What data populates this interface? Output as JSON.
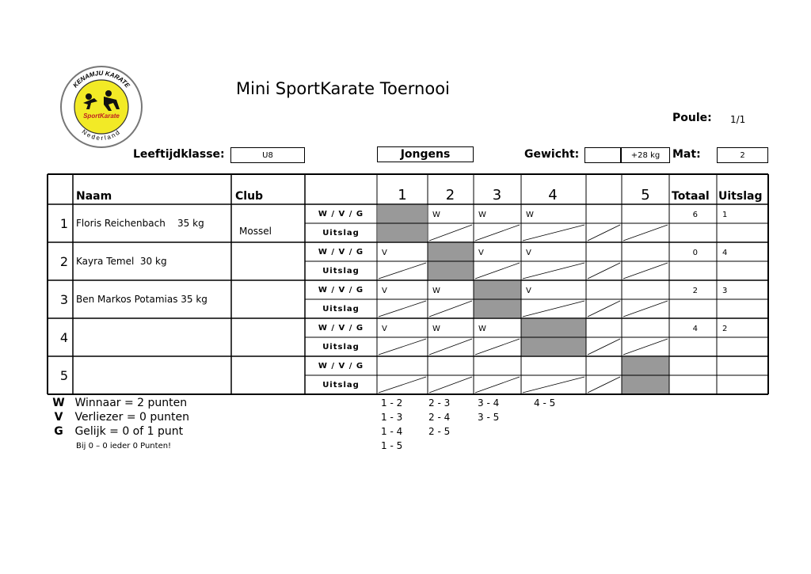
{
  "logo": {
    "top_text": "KENAMJU KARATE",
    "center_text": "SportKarate",
    "bottom_text": "Nederland"
  },
  "title": "Mini SportKarate Toernooi",
  "poule": {
    "label": "Poule:",
    "value": "1/1"
  },
  "info": {
    "age_label": "Leeftijdklasse:",
    "age_value": "U8",
    "gender": "Jongens",
    "weight_label": "Gewicht:",
    "weight_value": "+28 kg",
    "mat_label": "Mat:",
    "mat_value": "2"
  },
  "table": {
    "headers": {
      "naam": "Naam",
      "club": "Club",
      "totaal": "Totaal",
      "uitslag": "Uitslag"
    },
    "columns": [
      "1",
      "2",
      "3",
      "4",
      "5"
    ],
    "row_labels": {
      "wvg": "W / V / G",
      "uitslag": "Uitslag"
    },
    "rows": [
      {
        "num": "1",
        "name": "Floris Reichenbach    35 kg",
        "club": "Mossel",
        "results": [
          "",
          "W",
          "W",
          "W",
          ""
        ],
        "total": "6",
        "place": "1"
      },
      {
        "num": "2",
        "name": "Kayra Temel  30 kg",
        "club": "",
        "results": [
          "V",
          "",
          "V",
          "V",
          ""
        ],
        "total": "0",
        "place": "4"
      },
      {
        "num": "3",
        "name": "Ben Markos Potamias 35 kg",
        "club": "",
        "results": [
          "V",
          "W",
          "",
          "V",
          ""
        ],
        "total": "2",
        "place": "3"
      },
      {
        "num": "4",
        "name": "",
        "club": "",
        "results": [
          "V",
          "W",
          "W",
          "",
          ""
        ],
        "total": "4",
        "place": "2"
      },
      {
        "num": "5",
        "name": "",
        "club": "",
        "results": [
          "",
          "",
          "",
          "",
          ""
        ],
        "total": "",
        "place": ""
      }
    ]
  },
  "legend": [
    {
      "key": "W",
      "text": "Winnaar   = 2 punten"
    },
    {
      "key": "V",
      "text": "Verliezer = 0 punten"
    },
    {
      "key": "G",
      "text": "Gelijk      = 0 of 1 punt"
    }
  ],
  "legend_note": "Bij 0 – 0 ieder 0 Punten!",
  "pairings": [
    [
      "1 - 2",
      "2 - 3",
      "3 - 4",
      "4 - 5"
    ],
    [
      "1 - 3",
      "2 - 4",
      "3 - 5",
      ""
    ],
    [
      "1 - 4",
      "2 - 5",
      "",
      ""
    ],
    [
      "1 - 5",
      "",
      "",
      ""
    ]
  ]
}
